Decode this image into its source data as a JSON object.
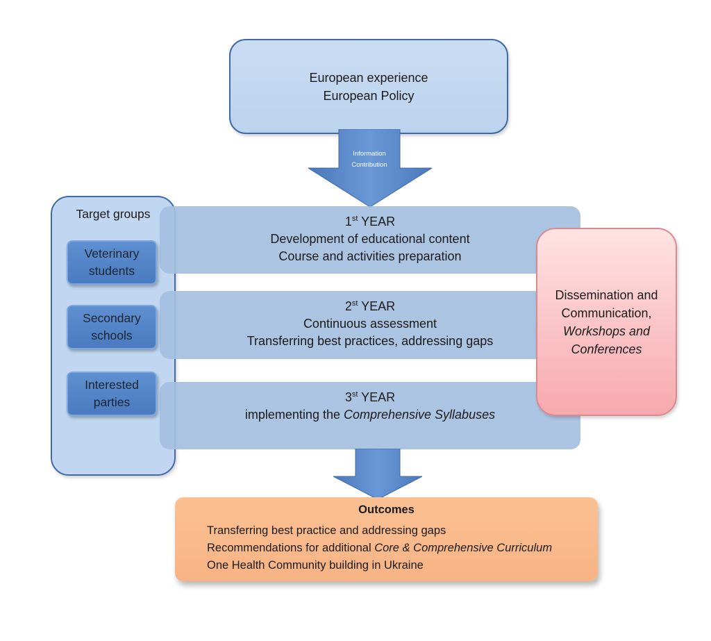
{
  "top_box": {
    "line1": "European experience",
    "line2": "European Policy"
  },
  "arrow_top": {
    "line1": "Information",
    "line2": "Contribution"
  },
  "target_groups": {
    "title": "Target groups",
    "items": [
      {
        "line1": "Veterinary",
        "line2": "students"
      },
      {
        "line1": "Secondary",
        "line2": "schools"
      },
      {
        "line1": "Interested",
        "line2": "parties"
      }
    ]
  },
  "years": [
    {
      "num": "1",
      "suffix": "st",
      "label": "YEAR",
      "line1": "Development of educational content",
      "line2": "Course and activities preparation"
    },
    {
      "num": "2",
      "suffix": "st",
      "label": "YEAR",
      "line1": "Continuous assessment",
      "line2": "Transferring best practices, addressing gaps"
    },
    {
      "num": "3",
      "suffix": "st",
      "label": "YEAR",
      "line1_prefix": "implementing the ",
      "line1_italic": "Comprehensive Syllabuses"
    }
  ],
  "dissemination": {
    "line1": "Dissemination and",
    "line2": "Communication,",
    "line3_italic": "Workshops and",
    "line4_italic": "Conferences"
  },
  "outcomes": {
    "title": "Outcomes",
    "line1": "Transferring best practice and addressing gaps",
    "line2_prefix": "Recommendations for additional ",
    "line2_italic": "Core & Comprehensive Curriculum",
    "line3": "One Health Community building in Ukraine"
  },
  "colors": {
    "box_border": "#3f6aa6",
    "arrow": "#4f7fc3",
    "target_button": "#4a7bc0",
    "year_band": "#a4bfe0",
    "dissemination_fill": "#f7a9ad",
    "outcomes_fill": "#f7b384"
  }
}
